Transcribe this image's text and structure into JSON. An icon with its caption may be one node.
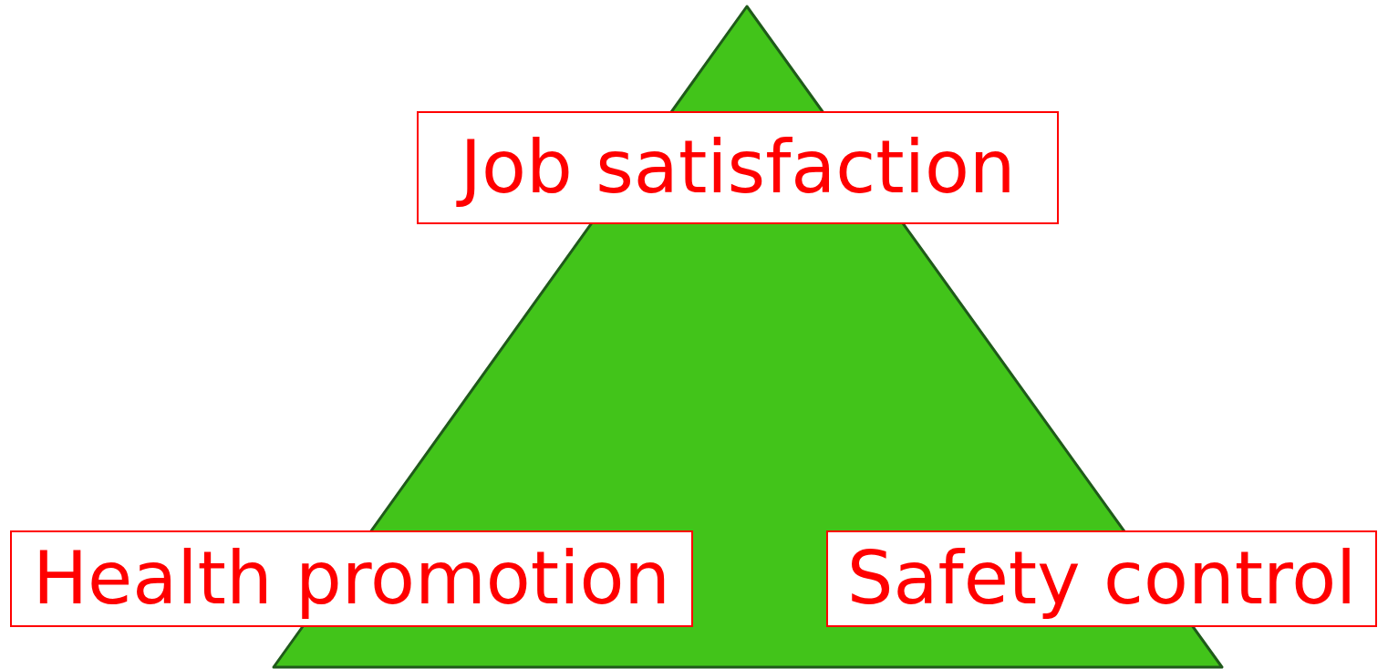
{
  "diagram": {
    "nodes": [
      {
        "text": [
          "Job satisfaction"
        ]
      },
      {
        "text": [
          "Health promotion"
        ]
      },
      {
        "text": [
          "Safety control"
        ]
      }
    ]
  }
}
